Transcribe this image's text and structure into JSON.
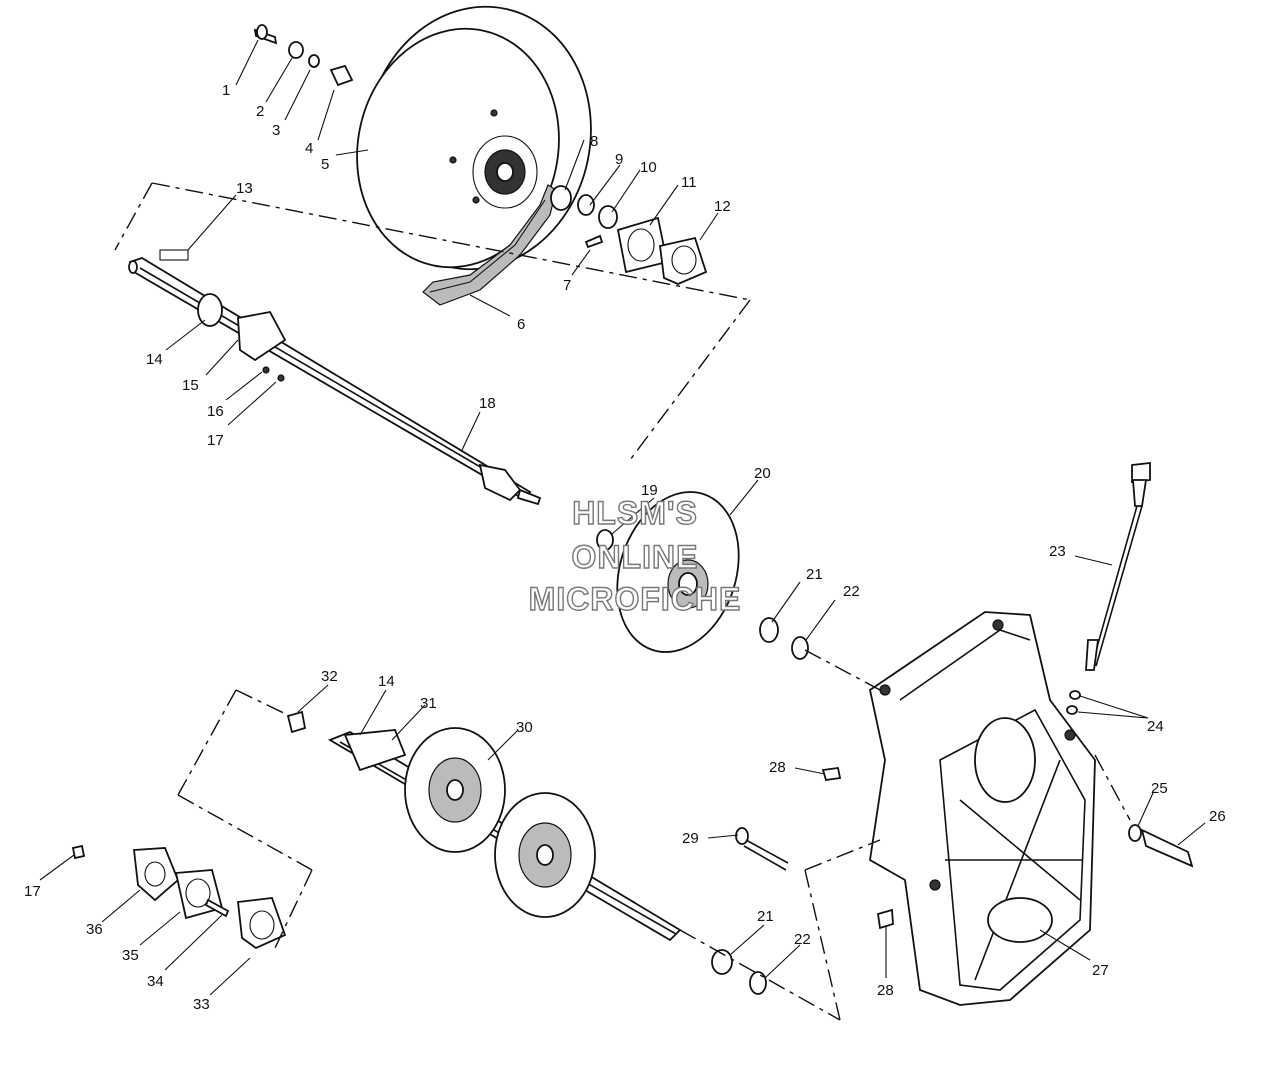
{
  "watermark": {
    "line1": "HLSM'S",
    "line2": "ONLINE",
    "line3": "MICROFICHE"
  },
  "callouts": [
    "1",
    "2",
    "3",
    "4",
    "5",
    "6",
    "7",
    "8",
    "9",
    "10",
    "11",
    "12",
    "13",
    "14",
    "15",
    "16",
    "17",
    "18",
    "19",
    "20",
    "21",
    "22",
    "23",
    "24",
    "25",
    "26",
    "27",
    "28",
    "29",
    "14",
    "31",
    "30",
    "32",
    "21",
    "22",
    "28",
    "17",
    "36",
    "35",
    "34",
    "33"
  ]
}
